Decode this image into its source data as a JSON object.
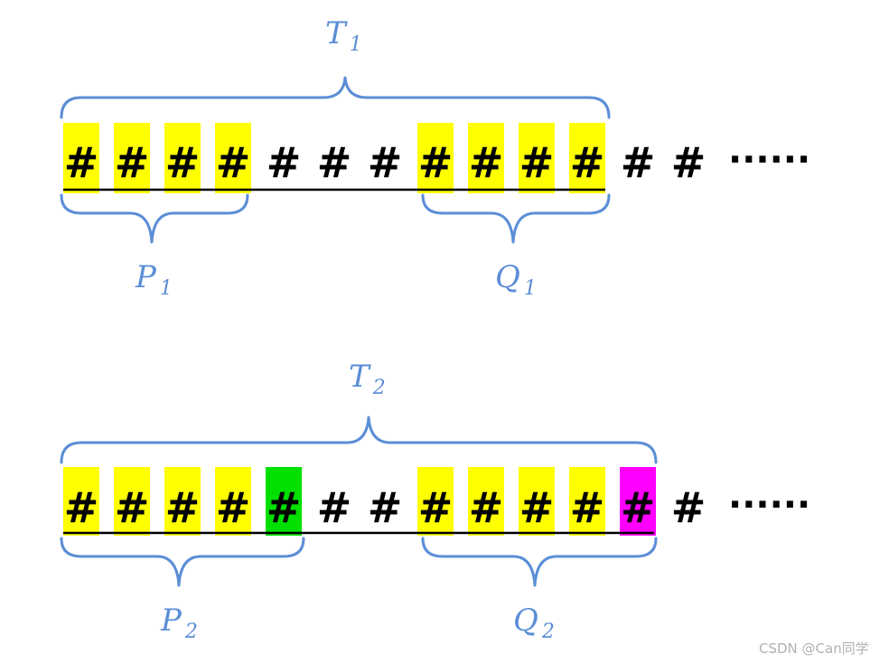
{
  "symbol": "#",
  "ellipsis": "······",
  "colors": {
    "brace": "#5b8ed6",
    "highlight_yellow": "#ffff00",
    "highlight_green": "#00e000",
    "highlight_magenta": "#ff00ff",
    "text": "#000000"
  },
  "row1": {
    "T": {
      "main": "T",
      "sub": "1"
    },
    "P": {
      "main": "P",
      "sub": "1"
    },
    "Q": {
      "main": "Q",
      "sub": "1"
    },
    "highlights": [
      "yellow",
      "yellow",
      "yellow",
      "yellow",
      "none",
      "none",
      "none",
      "yellow",
      "yellow",
      "yellow",
      "yellow",
      "none",
      "none"
    ]
  },
  "row2": {
    "T": {
      "main": "T",
      "sub": "2"
    },
    "P": {
      "main": "P",
      "sub": "2"
    },
    "Q": {
      "main": "Q",
      "sub": "2"
    },
    "highlights": [
      "yellow",
      "yellow",
      "yellow",
      "yellow",
      "green",
      "none",
      "none",
      "yellow",
      "yellow",
      "yellow",
      "yellow",
      "magenta",
      "none"
    ]
  },
  "watermark": "CSDN @Can同学"
}
